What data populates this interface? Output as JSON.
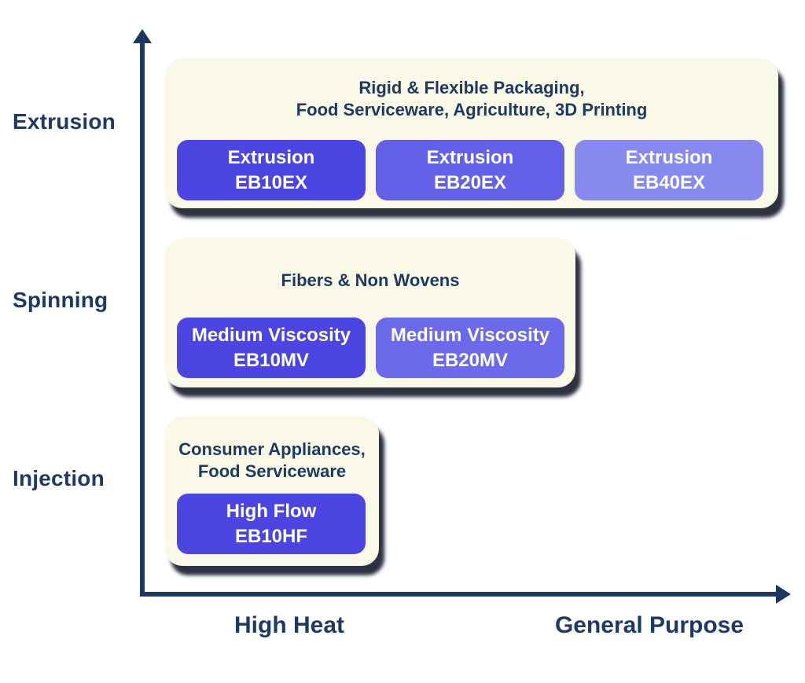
{
  "diagram": {
    "row_labels": [
      {
        "label": "Extrusion"
      },
      {
        "label": "Spinning"
      },
      {
        "label": "Injection"
      }
    ],
    "x_axis": {
      "left_label": "High Heat",
      "right_label": "General Purpose"
    },
    "colors": {
      "axis": "#1C3860",
      "row_label_text": "#1D3A66",
      "card_background": "#FAF9E8",
      "card_title_text": "#1D3A63",
      "card_shadow": "#080D21",
      "button_dark": "#4B46E1",
      "button_medium": "#6361E8",
      "button_medium_light": "#6B6AEB",
      "button_light": "#8689EE",
      "button_text": "#FFFFFF"
    },
    "cards": [
      {
        "name": "extrusion",
        "title_lines": [
          "Rigid & Flexible Packaging,",
          "Food Serviceware, Agriculture, 3D Printing"
        ],
        "buttons": [
          {
            "line1": "Extrusion",
            "line2": "EB10EX",
            "shade": "dark"
          },
          {
            "line1": "Extrusion",
            "line2": "EB20EX",
            "shade": "medium"
          },
          {
            "line1": "Extrusion",
            "line2": "EB40EX",
            "shade": "light"
          }
        ]
      },
      {
        "name": "spinning",
        "title_lines": [
          "Fibers & Non Wovens"
        ],
        "buttons": [
          {
            "line1": "Medium Viscosity",
            "line2": "EB10MV",
            "shade": "dark"
          },
          {
            "line1": "Medium Viscosity",
            "line2": "EB20MV",
            "shade": "medium2"
          }
        ]
      },
      {
        "name": "injection",
        "title_lines": [
          "Consumer Appliances,",
          "Food Serviceware"
        ],
        "buttons": [
          {
            "line1": "High Flow",
            "line2": "EB10HF",
            "shade": "dark"
          }
        ]
      }
    ]
  }
}
